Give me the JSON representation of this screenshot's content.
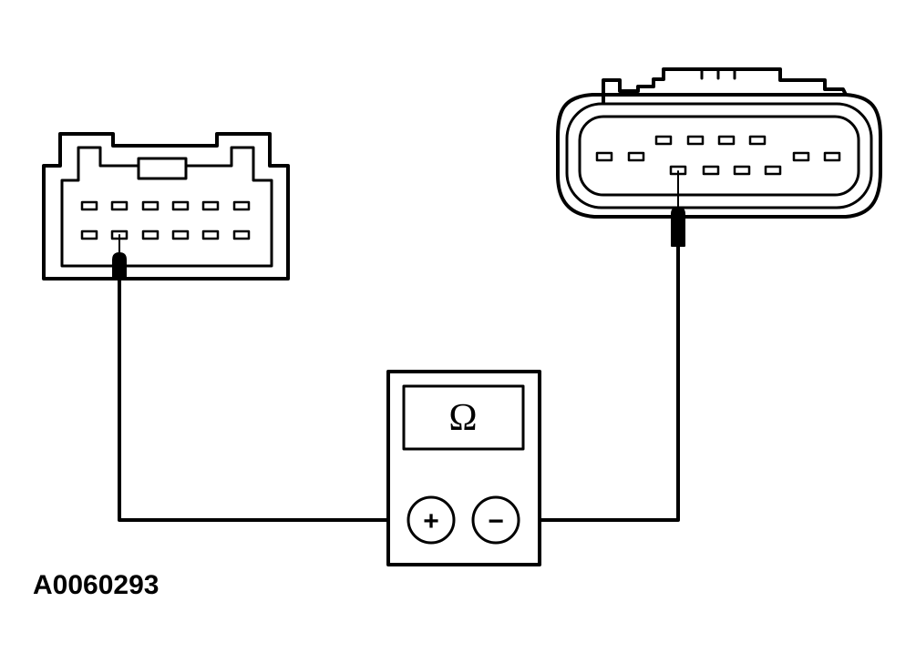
{
  "figure_id": "A0060293",
  "meter": {
    "display_symbol": "Ω",
    "positive_label": "+",
    "negative_label": "−"
  },
  "left_connector": {
    "rows": 2,
    "pins_per_row": 6,
    "probed_row": 2,
    "probed_pin": 2
  },
  "right_connector": {
    "top_row_pins": 4,
    "middle_row_pins": 4,
    "bottom_row_pins": 4,
    "probed_row": "bottom",
    "probed_pin": 1
  }
}
